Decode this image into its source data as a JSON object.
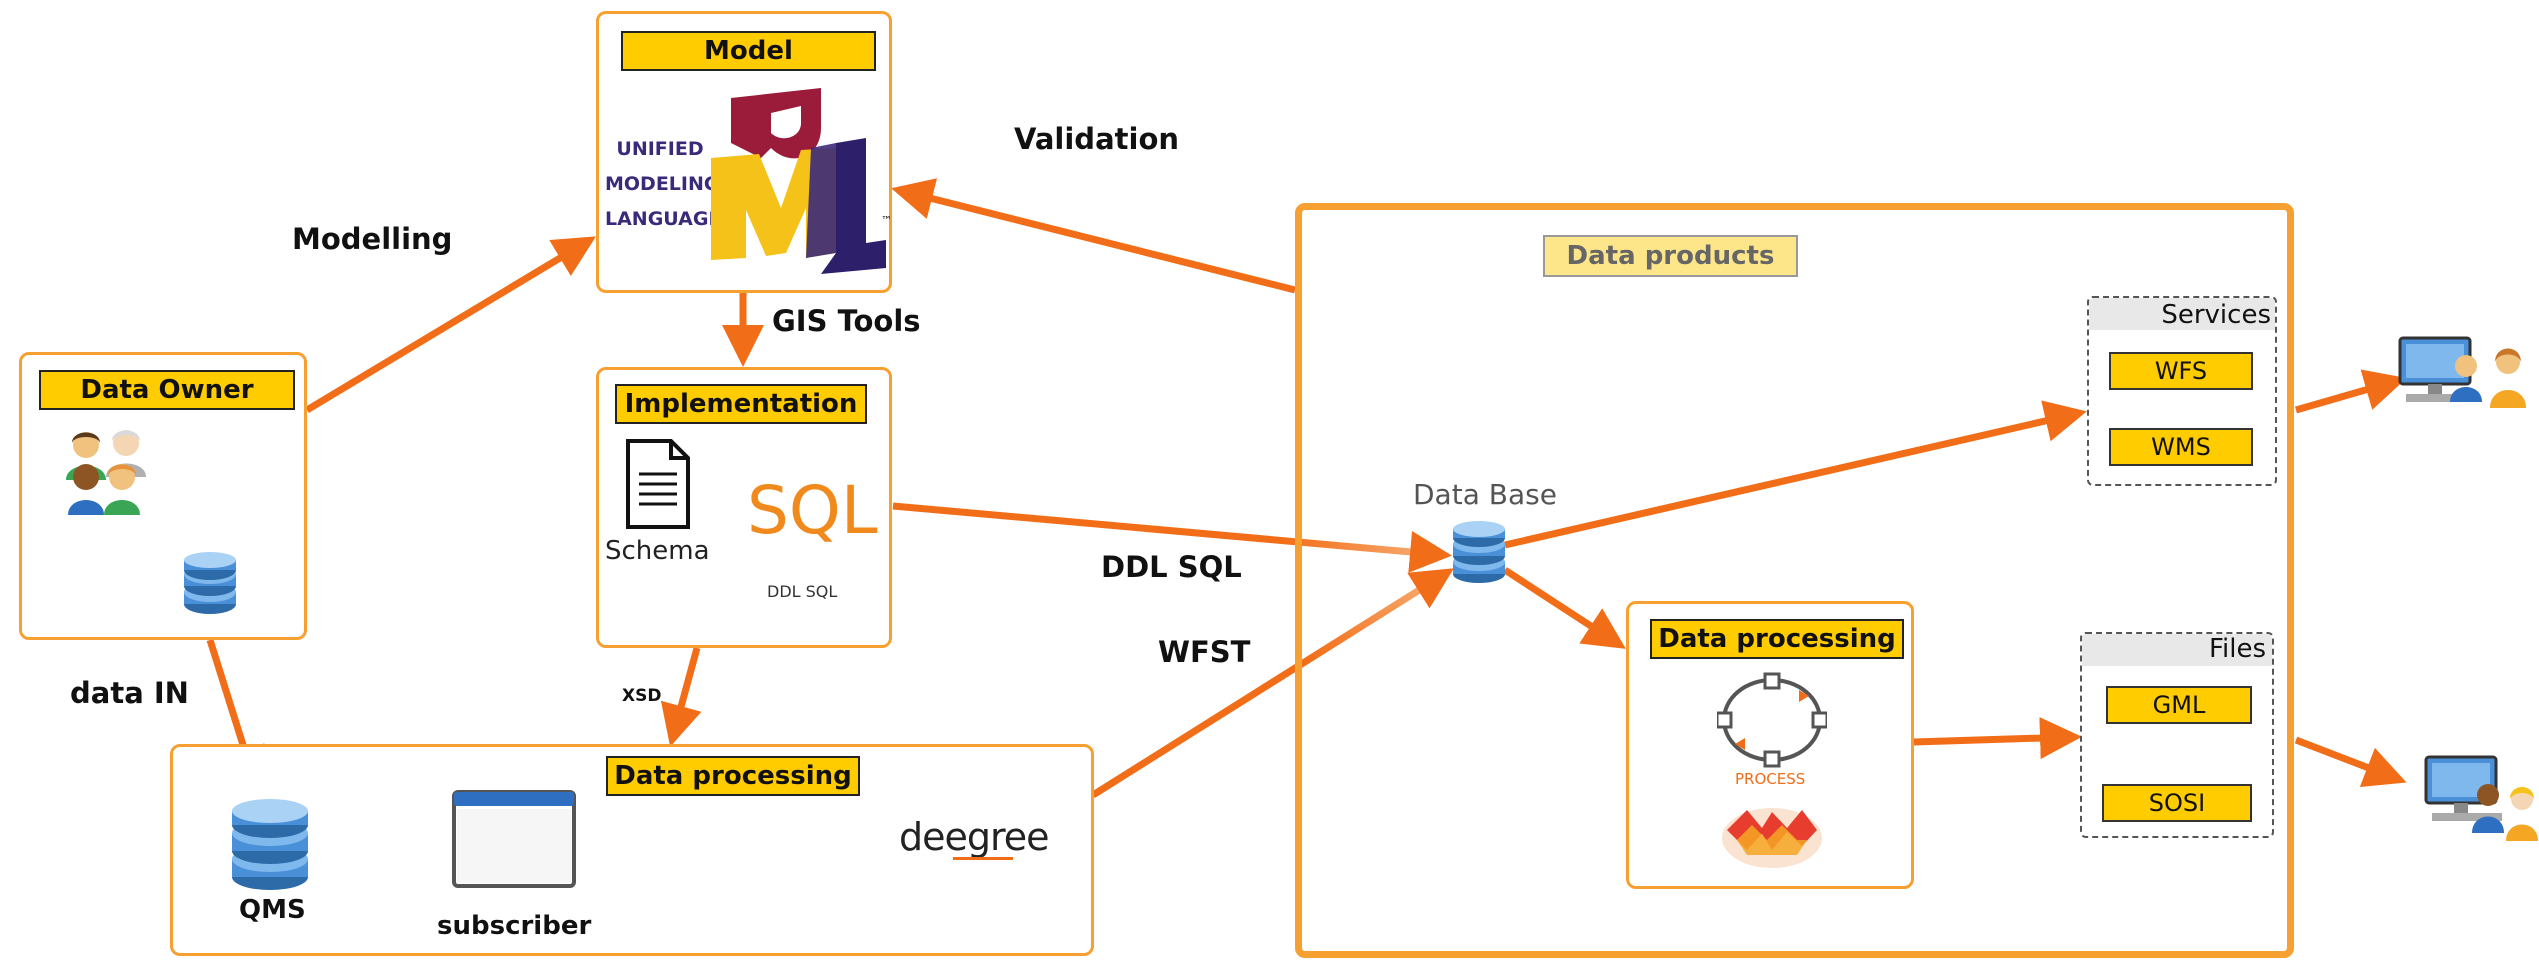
{
  "model": {
    "tag": "Model",
    "uml_text": [
      "UNIFIED",
      "MODELING",
      "LANGUAGE"
    ],
    "uml_tm": "™"
  },
  "data_owner": {
    "tag": "Data Owner"
  },
  "implementation": {
    "tag": "Implementation",
    "schema_label": "Schema",
    "sql_logo": "SQL",
    "ddl_sql_small": "DDL SQL"
  },
  "data_processing_bottom": {
    "tag": "Data processing",
    "qms_label": "QMS",
    "subscriber_label": "subscriber",
    "deegree_logo": "deegree"
  },
  "data_products": {
    "tag": "Data products",
    "database_label": "Data Base",
    "data_processing": {
      "tag": "Data processing",
      "process_label": "PROCESS"
    },
    "services": {
      "title": "Services",
      "items": [
        "WFS",
        "WMS"
      ]
    },
    "files": {
      "title": "Files",
      "items": [
        "GML",
        "SOSI"
      ]
    }
  },
  "edge_labels": {
    "modelling": "Modelling",
    "validation": "Validation",
    "gis_tools": "GIS Tools",
    "ddl_sql": "DDL SQL",
    "wfst": "WFST",
    "data_in": "data IN",
    "xsd": "XSD"
  },
  "colors": {
    "arrow": "#f26d17",
    "panel_border": "#f7a032",
    "tag_fill": "#ffcc00",
    "products_tag_fill": "#fde68a"
  }
}
